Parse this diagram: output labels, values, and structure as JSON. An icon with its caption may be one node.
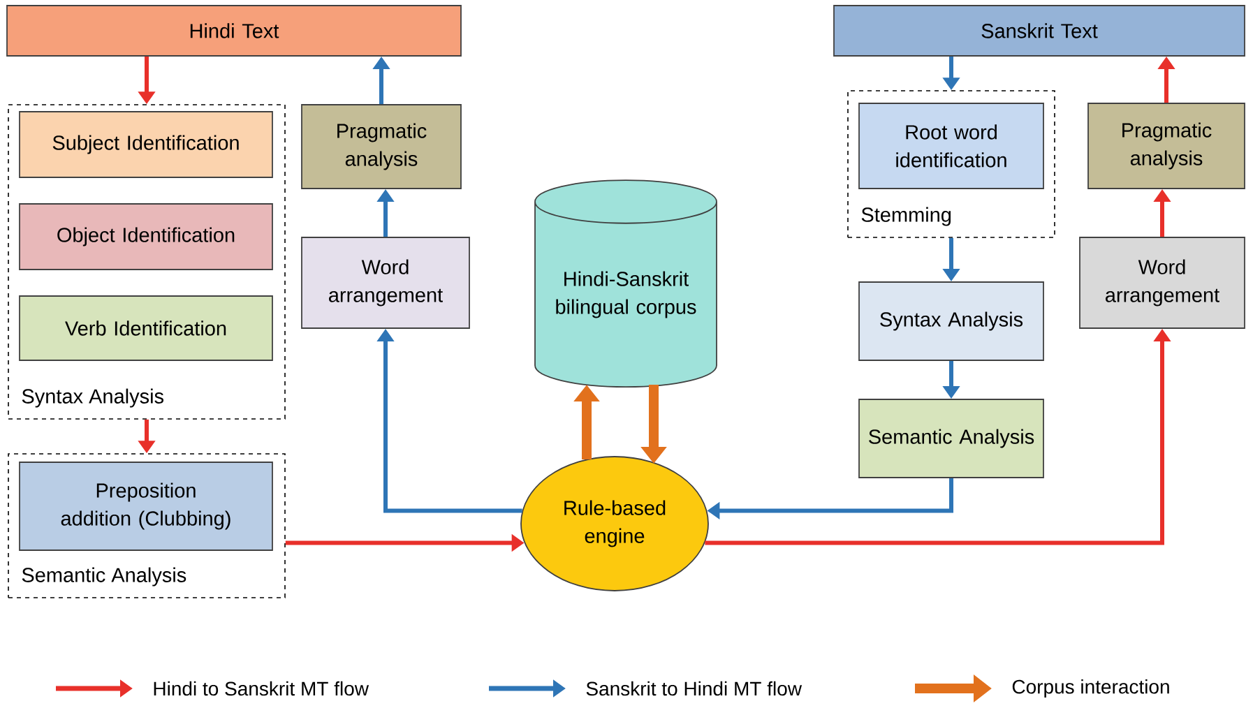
{
  "diagram": {
    "nodes": [
      {
        "text": [
          "Hindi Text"
        ]
      },
      {
        "text": [
          "Syntax Analysis"
        ]
      },
      {
        "text": [
          "Subject Identification"
        ],
        "in": 1
      },
      {
        "text": [
          "Object Identification"
        ],
        "in": 1
      },
      {
        "text": [
          "Verb Identification"
        ],
        "in": 1
      },
      {
        "text": [
          "Semantic Analysis"
        ]
      },
      {
        "text": [
          "Preposition addition (Clubbing)"
        ],
        "in": 5
      },
      {
        "text": [
          "Pragmatic analysis"
        ]
      },
      {
        "text": [
          "Word arrangement"
        ]
      },
      {
        "text": [
          "Hindi-Sanskrit bilingual corpus"
        ]
      },
      {
        "text": [
          "Rule-based engine"
        ]
      },
      {
        "text": [
          "Sanskrit Text"
        ]
      },
      {
        "text": [
          "Stemming"
        ]
      },
      {
        "text": [
          "Root word identification"
        ],
        "in": 12
      },
      {
        "text": [
          "Syntax Analysis"
        ]
      },
      {
        "text": [
          "Semantic Analysis"
        ]
      },
      {
        "text": [
          "Pragmatic analysis"
        ]
      },
      {
        "text": [
          "Word arrangement"
        ]
      }
    ],
    "edges": [
      {
        "from": 0,
        "to": 1,
        "arrow": "to",
        "color": "#e8302a"
      },
      {
        "from": 1,
        "to": 5,
        "arrow": "to",
        "color": "#e8302a"
      },
      {
        "from": 5,
        "to": 10,
        "arrow": "to",
        "color": "#e8302a"
      },
      {
        "from": 10,
        "to": 17,
        "arrow": "to",
        "color": "#e8302a"
      },
      {
        "from": 17,
        "to": 16,
        "arrow": "to",
        "color": "#e8302a"
      },
      {
        "from": 16,
        "to": 11,
        "arrow": "to",
        "color": "#e8302a"
      },
      {
        "from": 11,
        "to": 12,
        "arrow": "to",
        "color": "#2e75b6"
      },
      {
        "from": 12,
        "to": 14,
        "arrow": "to",
        "color": "#2e75b6"
      },
      {
        "from": 14,
        "to": 15,
        "arrow": "to",
        "color": "#2e75b6"
      },
      {
        "from": 15,
        "to": 10,
        "arrow": "to",
        "color": "#2e75b6"
      },
      {
        "from": 10,
        "to": 8,
        "arrow": "to",
        "color": "#2e75b6"
      },
      {
        "from": 8,
        "to": 7,
        "arrow": "to",
        "color": "#2e75b6"
      },
      {
        "from": 7,
        "to": 0,
        "arrow": "to",
        "color": "#2e75b6"
      },
      {
        "from": 10,
        "to": 9,
        "arrow": "to",
        "style": "thick",
        "color": "#e2711d"
      },
      {
        "from": 9,
        "to": 10,
        "arrow": "to",
        "style": "thick",
        "color": "#e2711d"
      }
    ],
    "legend": [
      {
        "text": "Hindi to Sanskrit MT flow",
        "color": "#e8302a"
      },
      {
        "text": "Sanskrit to Hindi MT flow",
        "color": "#2e75b6"
      },
      {
        "text": "Corpus interaction",
        "color": "#e2711d"
      }
    ]
  }
}
